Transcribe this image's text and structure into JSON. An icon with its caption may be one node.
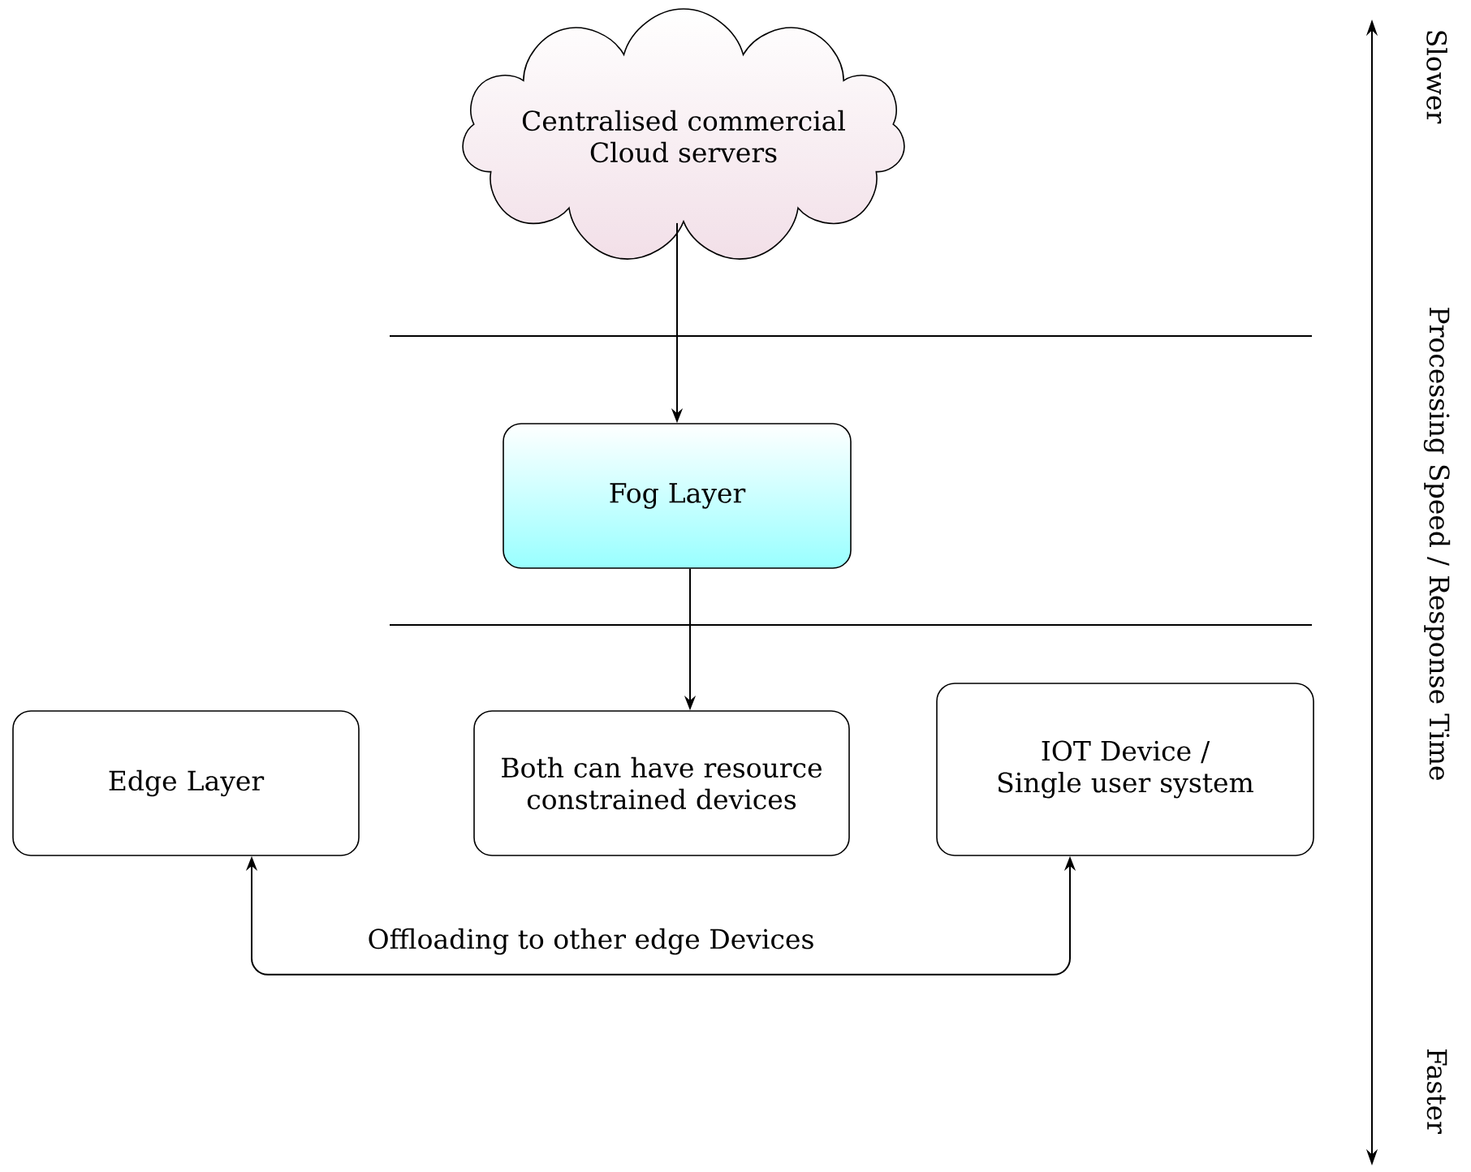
{
  "diagram": {
    "nodes": [
      {
        "text": [
          "Centralised commercial Cloud servers"
        ]
      },
      {
        "text": [
          "Fog Layer"
        ]
      },
      {
        "text": [
          "Edge Layer"
        ]
      },
      {
        "text": [
          "Both can have resource constrained devices"
        ]
      },
      {
        "text": [
          "IOT Device / Single user system"
        ]
      }
    ],
    "edges": [
      {
        "from": 0,
        "to": 1,
        "arrow": "to"
      },
      {
        "from": 1,
        "to": 3,
        "arrow": "to"
      },
      {
        "from": 2,
        "to": 4,
        "arrow": "both",
        "label": "Offloading to other edge Devices"
      }
    ],
    "labels": [
      "Slower",
      "Processing Speed / Response Time",
      "Faster"
    ]
  }
}
